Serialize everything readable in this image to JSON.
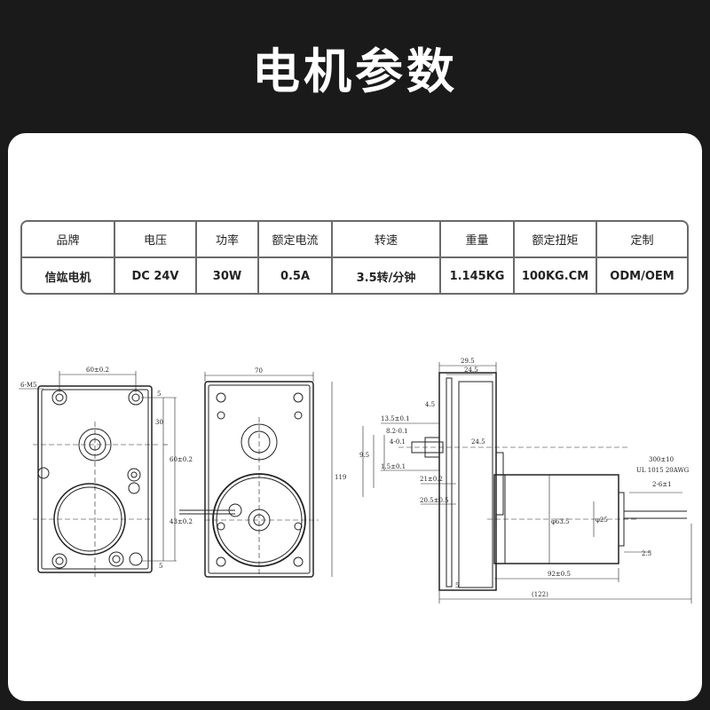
{
  "header": {
    "title": "电机参数"
  },
  "spec_table": {
    "headers": [
      "品牌",
      "电压",
      "功率",
      "额定电流",
      "转速",
      "重量",
      "额定扭矩",
      "定制"
    ],
    "values": [
      "信竑电机",
      "DC 24V",
      "30W",
      "0.5A",
      "3.5转/分钟",
      "1.145KG",
      "100KG.CM",
      "ODM/OEM"
    ]
  },
  "drawing": {
    "front_dims": [
      "6-M5",
      "60±0.2",
      "5",
      "30",
      "60±0.2",
      "43±0.2",
      "5"
    ],
    "middle_dims": [
      "70",
      "119"
    ],
    "side_dims": [
      "29.5",
      "24.5",
      "4.5",
      "13.5±0.1",
      "8.2-0.1",
      "4-0.1",
      "9.5",
      "1.5±0.1",
      "21±0.2",
      "20.5±0.5",
      "24.5",
      "300±10",
      "UL 1015 20AWG",
      "2-6±1",
      "φ63.5",
      "φ25",
      "2.5",
      "5",
      "92±0.5",
      "(122)"
    ]
  }
}
